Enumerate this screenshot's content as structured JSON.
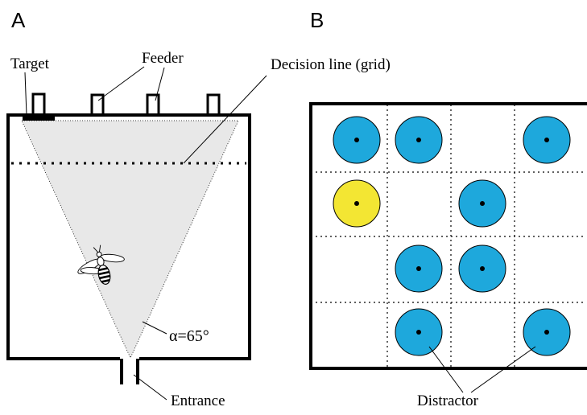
{
  "panel_a": {
    "letter": "A",
    "labels": {
      "target": "Target",
      "feeder": "Feeder",
      "decision_line": "Decision line (grid)",
      "angle": "α=65°",
      "entrance": "Entrance"
    },
    "feeder_count": 4,
    "cone_color": "#e8e8e8"
  },
  "panel_b": {
    "letter": "B",
    "labels": {
      "distractor": "Distractor"
    },
    "grid": {
      "rows": 4,
      "cols": 4,
      "cells": [
        [
          "distractor",
          "distractor",
          "empty",
          "distractor"
        ],
        [
          "target",
          "empty",
          "distractor",
          "empty"
        ],
        [
          "empty",
          "distractor",
          "distractor",
          "empty"
        ],
        [
          "empty",
          "distractor",
          "empty",
          "distractor"
        ]
      ]
    },
    "colors": {
      "distractor": "#1ea8dc",
      "target": "#f3e633",
      "center_dot": "#000000"
    }
  }
}
